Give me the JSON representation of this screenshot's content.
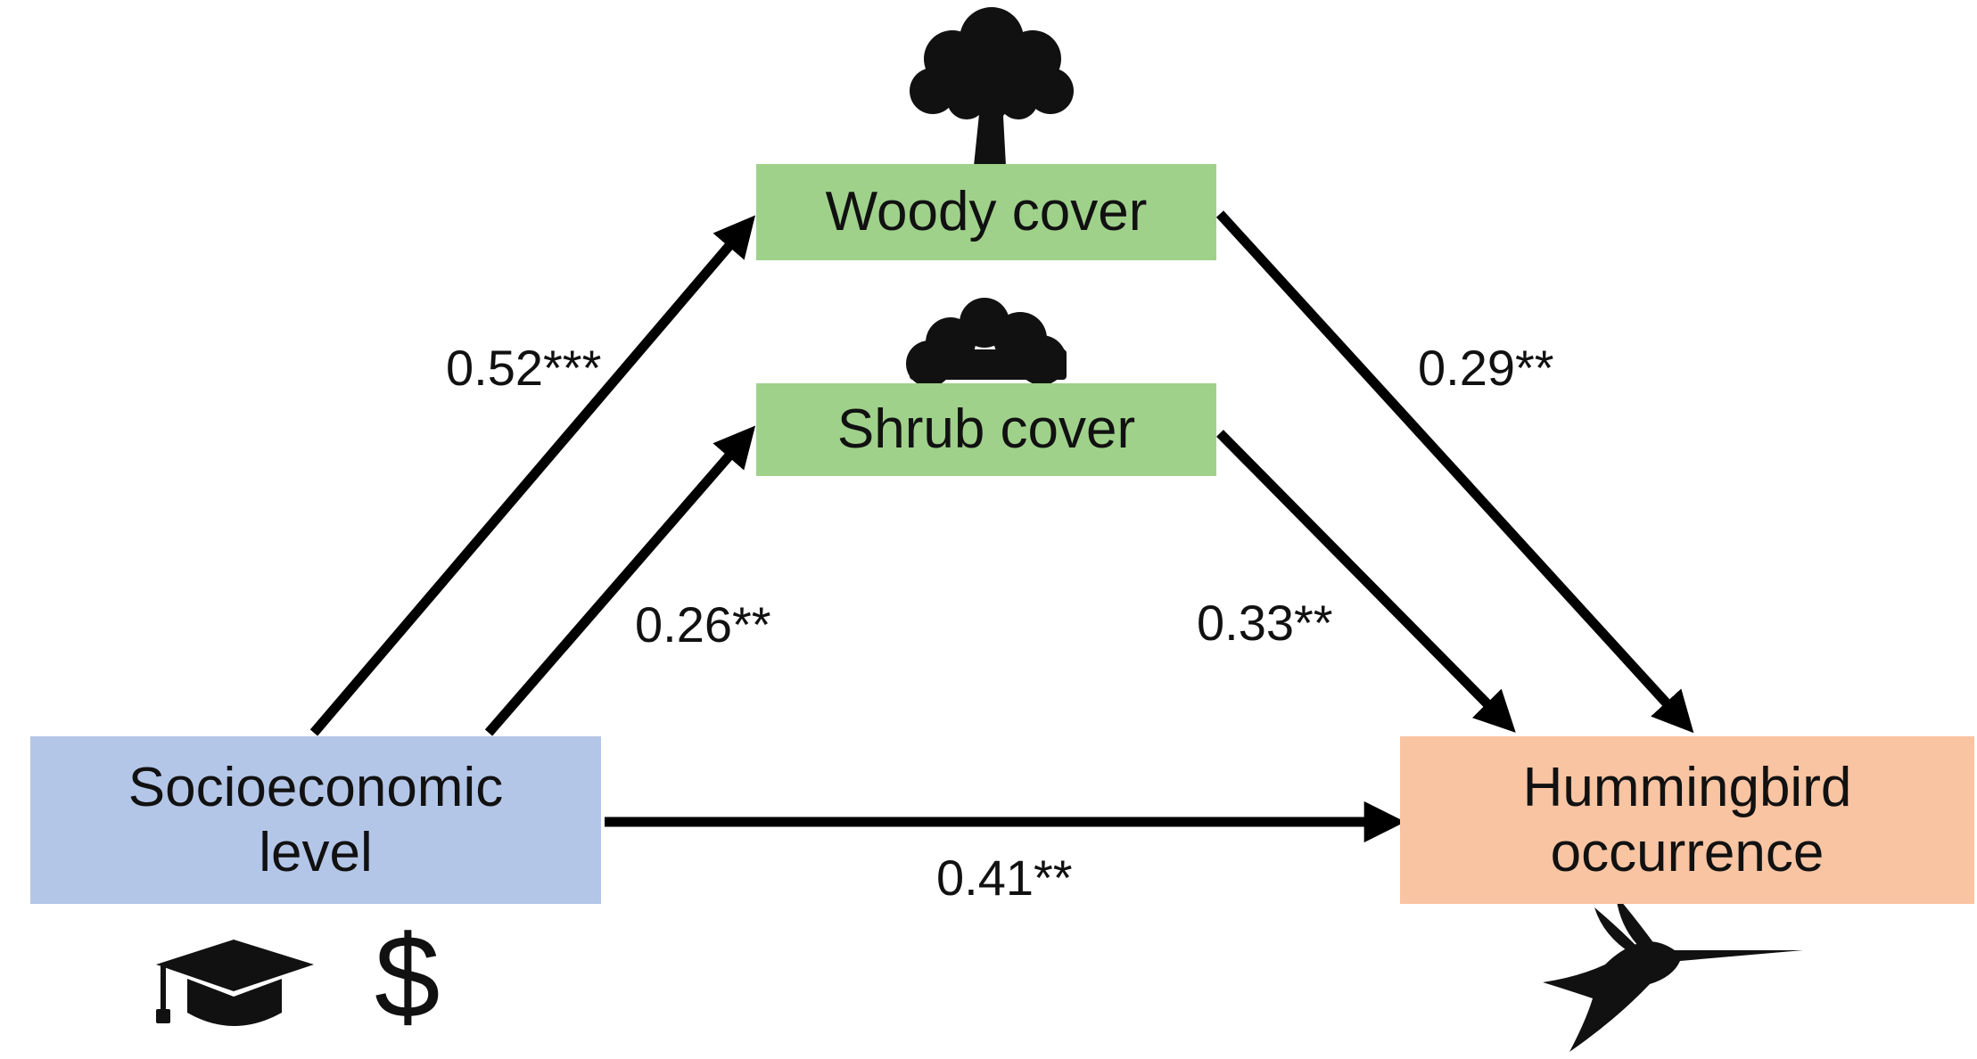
{
  "colors": {
    "woody_fill": "#9fd18b",
    "shrub_fill": "#9fd18b",
    "socio_fill": "#b4c6e7",
    "humming_fill": "#f8c4a2",
    "arrow": "#000000",
    "icon": "#111111"
  },
  "nodes": {
    "woody": {
      "label": "Woody cover",
      "icon": "tree-icon"
    },
    "shrub": {
      "label": "Shrub cover",
      "icon": "shrub-icon"
    },
    "socio": {
      "label_line1": "Socioeconomic",
      "label_line2": "level",
      "icons": [
        "graduation-cap-icon",
        "dollar-icon"
      ]
    },
    "humming": {
      "label_line1": "Hummingbird",
      "label_line2": "occurrence",
      "icon": "hummingbird-icon"
    }
  },
  "dollar_symbol": "$",
  "edges": [
    {
      "from": "socio",
      "to": "woody",
      "coefficient": "0.52***"
    },
    {
      "from": "socio",
      "to": "shrub",
      "coefficient": "0.26**"
    },
    {
      "from": "woody",
      "to": "humming",
      "coefficient": "0.29**"
    },
    {
      "from": "shrub",
      "to": "humming",
      "coefficient": "0.33**"
    },
    {
      "from": "socio",
      "to": "humming",
      "coefficient": "0.41**"
    }
  ]
}
